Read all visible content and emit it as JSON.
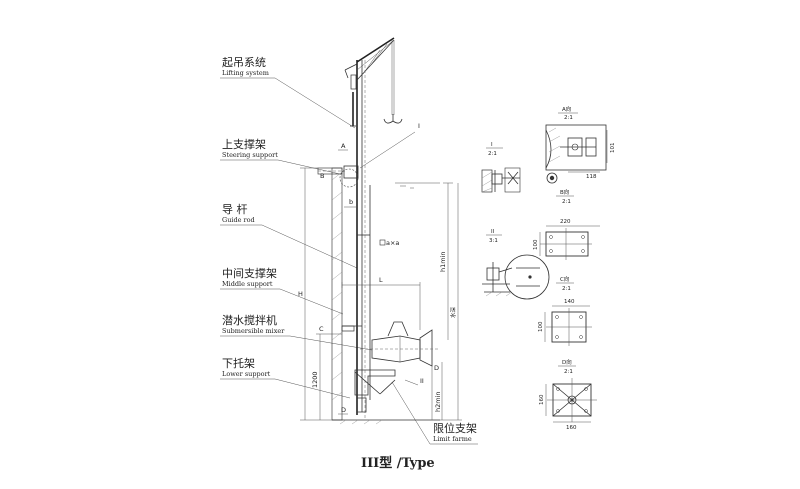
{
  "callouts": {
    "lifting": {
      "cn": "起吊系统",
      "en": "Lifting system"
    },
    "steering": {
      "cn": "上支撑架",
      "en": "Steering support"
    },
    "guide": {
      "cn": "导  杆",
      "en": "Guide rod"
    },
    "middle": {
      "cn": "中间支撑架",
      "en": "Middle support"
    },
    "mixer": {
      "cn": "潜水搅拌机",
      "en": "Submersible mixer"
    },
    "lower": {
      "cn": "下托架",
      "en": "Lower support"
    },
    "limit": {
      "cn": "限位支架",
      "en": "Limit farme"
    }
  },
  "main_view": {
    "labels": {
      "H": "H",
      "D": "D",
      "L": "L",
      "b": "b",
      "h1": "h1min",
      "h2": "h2min",
      "water": "水深",
      "dim1200": "1200",
      "square": "a×a",
      "A": "A",
      "B": "B",
      "C": "C",
      "D_mark": "D",
      "I": "I",
      "II": "II"
    }
  },
  "details": {
    "A": {
      "title": "A向",
      "scale": "2:1",
      "dim1": "101",
      "dim2": "118"
    },
    "I": {
      "title": "I",
      "scale": "2:1"
    },
    "B": {
      "title": "B向",
      "scale": "2:1",
      "dim_w": "220",
      "dim_h": "100"
    },
    "II": {
      "title": "II",
      "scale": "3:1"
    },
    "C": {
      "title": "C向",
      "scale": "2:1",
      "dim_w": "140",
      "dim_h": "100"
    },
    "D": {
      "title": "D向",
      "scale": "2:1",
      "dim_w": "160",
      "dim_h": "160"
    }
  },
  "caption": "III型 /Type"
}
